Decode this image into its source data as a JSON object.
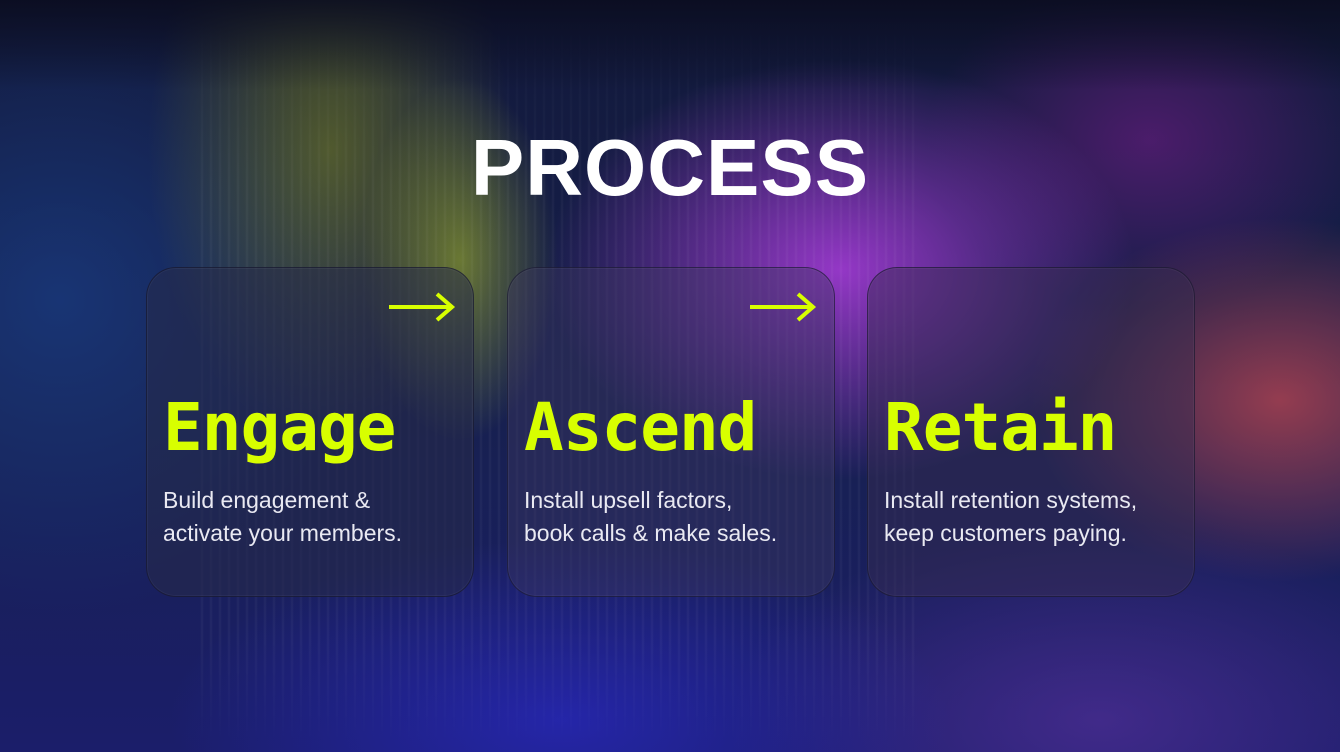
{
  "page": {
    "title": "PROCESS",
    "accent_color": "#d8ff00",
    "text_color": "#ffffff"
  },
  "steps": [
    {
      "title": "Engage",
      "lines": [
        "Build engagement &",
        "activate your members."
      ],
      "has_arrow": true,
      "arrow_icon": "arrow-right-icon"
    },
    {
      "title": "Ascend",
      "lines": [
        "Install upsell factors,",
        "book calls & make sales."
      ],
      "has_arrow": true,
      "arrow_icon": "arrow-right-icon"
    },
    {
      "title": "Retain",
      "lines": [
        "Install retention systems,",
        "keep customers paying."
      ],
      "has_arrow": false
    }
  ]
}
